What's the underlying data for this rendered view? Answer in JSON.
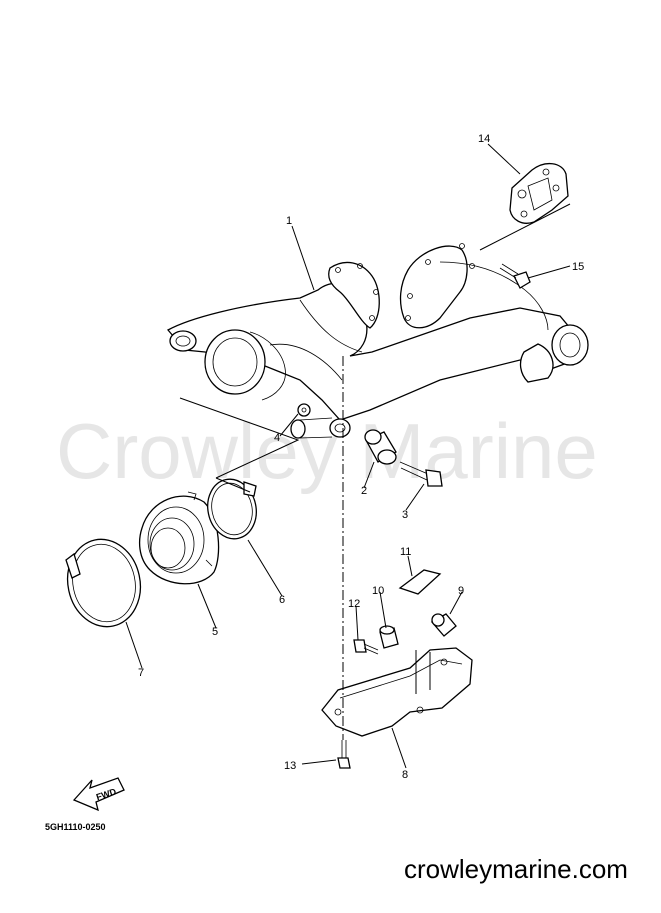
{
  "watermark": "Crowley Marine",
  "website": "crowleymarine.com",
  "diagram_code": "5GH1110-0250",
  "fwd_label": "FWD",
  "callouts": [
    {
      "id": "1",
      "label": "1"
    },
    {
      "id": "2",
      "label": "2"
    },
    {
      "id": "3",
      "label": "3"
    },
    {
      "id": "4",
      "label": "4"
    },
    {
      "id": "5",
      "label": "5"
    },
    {
      "id": "6",
      "label": "6"
    },
    {
      "id": "7",
      "label": "7"
    },
    {
      "id": "8",
      "label": "8"
    },
    {
      "id": "9",
      "label": "9"
    },
    {
      "id": "10",
      "label": "10"
    },
    {
      "id": "11",
      "label": "11"
    },
    {
      "id": "12",
      "label": "12"
    },
    {
      "id": "13",
      "label": "13"
    },
    {
      "id": "14",
      "label": "14"
    },
    {
      "id": "15",
      "label": "15"
    }
  ]
}
